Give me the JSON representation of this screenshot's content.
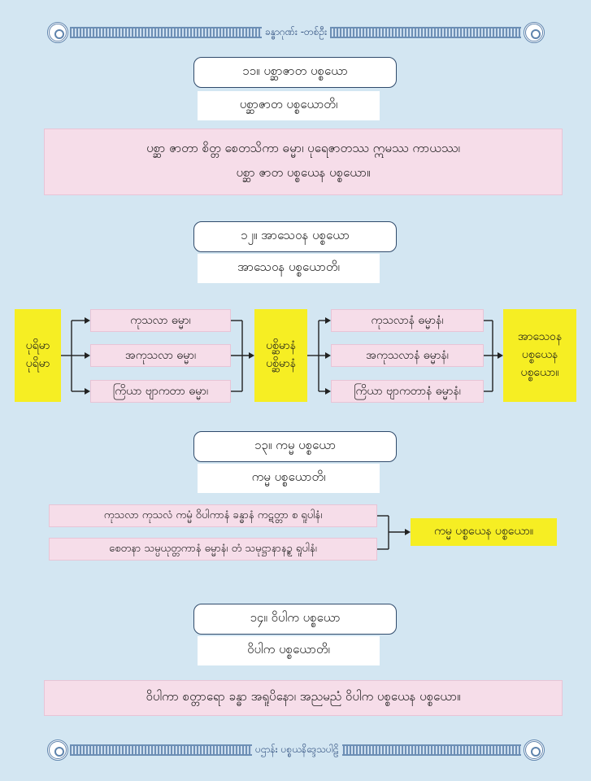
{
  "top_banner": "ခန္ဓာဂုဏ်း -တစ်ဦး",
  "bottom_banner": "ပဌာန်း ပစ္စယနိဒ္ဒေသပါဠိ",
  "s11": {
    "heading": "၁၁။ ပစ္ဆာဇာတ ပစ္စယော",
    "sub": "ပစ္ဆာဇာတ ပစ္စယောတိ၊",
    "body_line1": "ပစ္ဆာ ဇာတာ စိတ္တ စေတသိကာ ဓမ္မာ၊ ပုရေဇာတဿ ဣမဿ ကာယဿ၊",
    "body_line2": "ပစ္ဆာ ဇာတ ပစ္စယေန ပစ္စယော။"
  },
  "s12": {
    "heading": "၁၂။ အာသေဝန ပစ္စယော",
    "sub": "အာသေဝန ပစ္စယောတိ၊",
    "left_line1": "ပုရိမာ",
    "left_line2": "ပုရိမာ",
    "mid_items": [
      "ကုသလာ ဓမ္မာ၊",
      "အကုသလာ ဓမ္မာ၊",
      "ကြိယာ ဗျာကတာ ဓမ္မာ၊"
    ],
    "center_line1": "ပစ္ဆိမာနံ",
    "center_line2": "ပစ္ဆိမာနံ",
    "right_items": [
      "ကုသလာနံ ဓမ္မာနံ၊",
      "အကုသလာနံ ဓမ္မာနံ၊",
      "ကြိယာ ဗျာကတာနံ ဓမ္မာနံ၊"
    ],
    "result_line1": "အာသေဝန",
    "result_line2": "ပစ္စယေန",
    "result_line3": "ပစ္စယော။"
  },
  "s13": {
    "heading": "၁၃။ ကမ္မ ပစ္စယော",
    "sub": "ကမ္မ ပစ္စယောတိ၊",
    "item1": "ကုသလာ ကုသလံ ကမ္မံ ဝိပါကာနံ ခန္ဓာနံ ကဋတ္တာ စ ရူပါနံ၊",
    "item2": "စေတနာ သမ္ပယုတ္တကာနံ ဓမ္မာနံ၊ တံ သမုဋ္ဌာနာနဉ္စ ရူပါနံ၊",
    "result": "ကမ္မ ပစ္စယေန ပစ္စယော။"
  },
  "s14": {
    "heading": "၁၄။ ဝိပါက ပစ္စယော",
    "sub": "ဝိပါက ပစ္စယောတိ၊",
    "body": "ဝိပါကာ စတ္တာရော ခန္ဓာ အရူပိနော၊ အညမညံ ဝိပါက ပစ္စယေန ပစ္စယော။"
  },
  "colors": {
    "background": "#d3e6f2",
    "pink": "#f6dde9",
    "yellow": "#f6ee23",
    "border": "#2f4a6b"
  }
}
